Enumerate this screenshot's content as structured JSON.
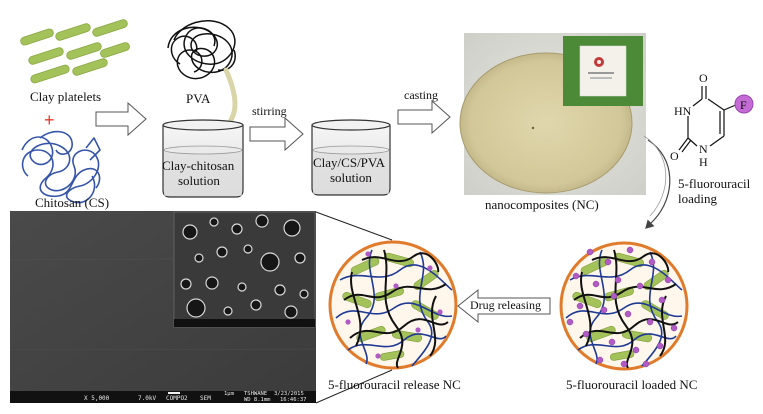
{
  "labels": {
    "clay": "Clay platelets",
    "plus": "+",
    "chitosan": "Chitosan (CS)",
    "pva": "PVA",
    "stirring": "stirring",
    "clay_chitosan_1": "Clay-chitosan",
    "clay_chitosan_2": "solution",
    "casting": "casting",
    "clay_cs_pva_1": "Clay/CS/PVA",
    "clay_cs_pva_2": "solution",
    "nanocomposites": "nanocomposites (NC)",
    "fu_loading_1": "5-fluorouracil",
    "fu_loading_2": "loading",
    "drug_releasing": "Drug releasing",
    "release_nc": "5-fluorouracil release NC",
    "loaded_nc": "5-fluorouracil loaded NC"
  },
  "molecule": {
    "O_top": "O",
    "O_left": "O",
    "HN": "HN",
    "NH": "N",
    "H": "H",
    "F": "F"
  },
  "sem_bar": {
    "mag": "X 5,000",
    "kv": "7.0kV",
    "detector": "COMPO2",
    "mode": "SEM",
    "scale": "1μm",
    "site": "TSHWANE",
    "date": "3/23/2015",
    "wd": "WD 8.1mm",
    "time": "16:46:37"
  },
  "colors": {
    "clay_green": "#a4c25a",
    "chitosan_blue": "#3755a8",
    "plus_red": "#e23a2a",
    "pva_black": "#111111",
    "drug_magenta": "#b05cc4",
    "circle_orange": "#e07b2c",
    "film_beige": "#d9cfa1"
  }
}
